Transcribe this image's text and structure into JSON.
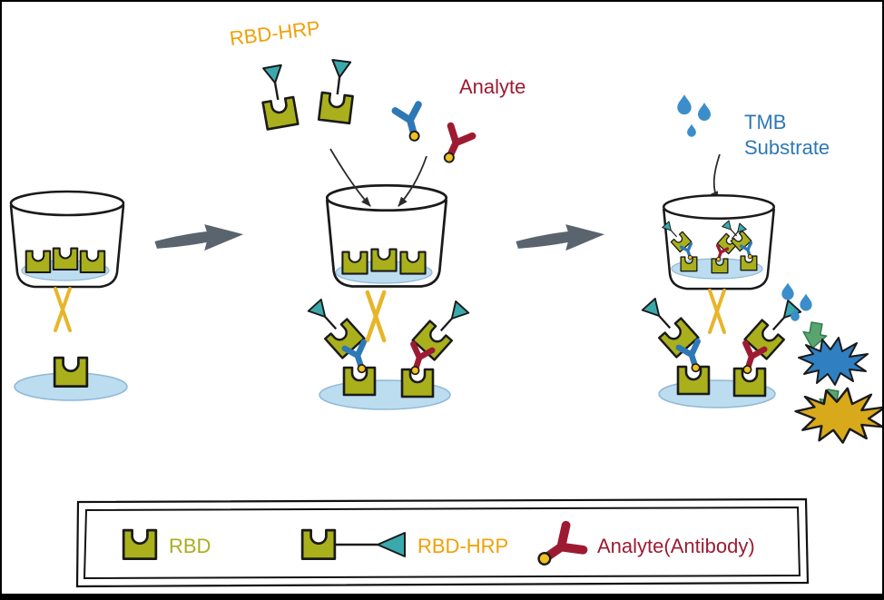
{
  "figure": {
    "labels": {
      "rbd_hrp": "RBD-HRP",
      "analyte": "Analyte",
      "tmb_line1": "TMB",
      "tmb_line2": "Substrate"
    },
    "legend": {
      "items": [
        {
          "icon": "rbd-icon",
          "label": "RBD",
          "color": "#a9ae1f"
        },
        {
          "icon": "rbd-hrp-conjugate-icon",
          "label": "RBD-HRP",
          "color": "#f0a007"
        },
        {
          "icon": "analyte-antibody-icon",
          "label": "Analyte(Antibody)",
          "color": "#9d1b32"
        }
      ]
    },
    "colors": {
      "rbd_olive": "#a9b01c",
      "hrp_teal": "#3aa9ad",
      "antibody_blue": "#2e78b5",
      "analyte_red": "#9d1b32",
      "label_orange": "#f0a007",
      "tmb_label_blue": "#2e78b5",
      "droplet_blue": "#3b8ec9",
      "plate_blue": "#bcdcf0",
      "process_arrow_gray": "#5a646e",
      "reaction_arrow_green": "#5aa56f",
      "burst_blue": "#2f7fc1",
      "burst_gold": "#d9a91c",
      "zoom_flare_gold": "#e8b52a",
      "outline_black": "#1a1a1a"
    },
    "icons": {
      "rbd-icon": "notched-square",
      "hrp-flag-icon": "triangle-on-stick",
      "antibody-icon": "y-shape-with-dot",
      "droplet-icon": "teardrop",
      "well-icon": "beaker-cup",
      "process-arrow-icon": "thick-right-arrow",
      "reaction-arrow-icon": "thick-down-arrow",
      "burst-icon": "starburst",
      "zoom-flare-icon": "crossed-gold-lines"
    }
  }
}
